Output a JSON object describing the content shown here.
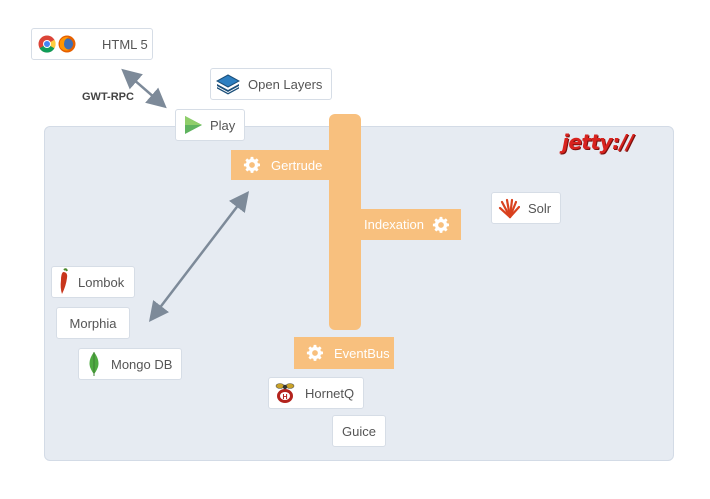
{
  "diagram": {
    "server_logo": "jetty://",
    "edge_label": "GWT-RPC",
    "nodes": {
      "html5": "HTML 5",
      "openlayers": "Open Layers",
      "play": "Play",
      "gertrude": "Gertrude",
      "indexation": "Indexation",
      "solr": "Solr",
      "lombok": "Lombok",
      "morphia": "Morphia",
      "mongodb": "Mongo DB",
      "eventbus": "EventBus",
      "hornetq": "HornetQ",
      "guice": "Guice"
    },
    "icons": {
      "html5": [
        "chrome-icon",
        "firefox-icon"
      ],
      "openlayers": "layers-icon",
      "play": "play-icon",
      "solr": "solr-icon",
      "lombok": "chili-pepper-icon",
      "mongodb": "mongodb-leaf-icon",
      "hornetq": "hornet-icon",
      "gear": "gear-icon"
    },
    "colors": {
      "component": "#f8c07e",
      "panel": "#e6ebf2",
      "arrow": "#7d8a99",
      "jetty": "#d8231f"
    }
  }
}
